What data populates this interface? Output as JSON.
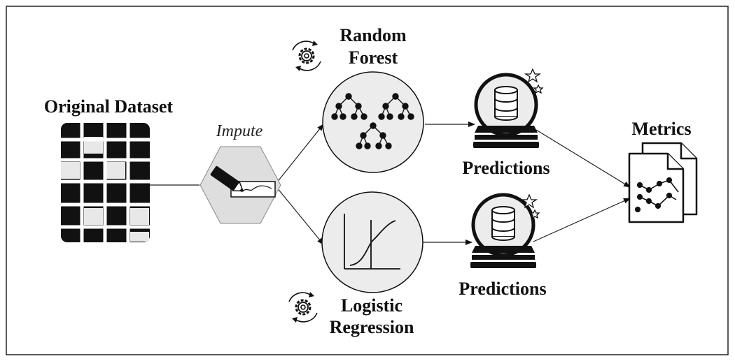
{
  "nodes": {
    "dataset": {
      "label": "Original Dataset"
    },
    "impute": {
      "label": "Impute"
    },
    "random_forest": {
      "label_line1": "Random",
      "label_line2": "Forest"
    },
    "logistic_regression": {
      "label_line1": "Logistic",
      "label_line2": "Regression"
    },
    "predictions_top": {
      "label": "Predictions"
    },
    "predictions_bottom": {
      "label": "Predictions"
    },
    "metrics": {
      "label": "Metrics"
    }
  },
  "icons": {
    "grid": "data-grid-icon",
    "pencil": "pencil-icon",
    "tree": "decision-tree-icon",
    "curve": "sigmoid-curve-icon",
    "crystal_ball": "crystal-ball-icon",
    "database": "database-icon",
    "gear_cycle": "gear-cycle-icon",
    "document": "document-chart-icon",
    "stars": "sparkle-stars-icon"
  },
  "colors": {
    "stroke": "#111111",
    "node_fill": "#ececec",
    "hexagon_fill": "#dedede"
  }
}
